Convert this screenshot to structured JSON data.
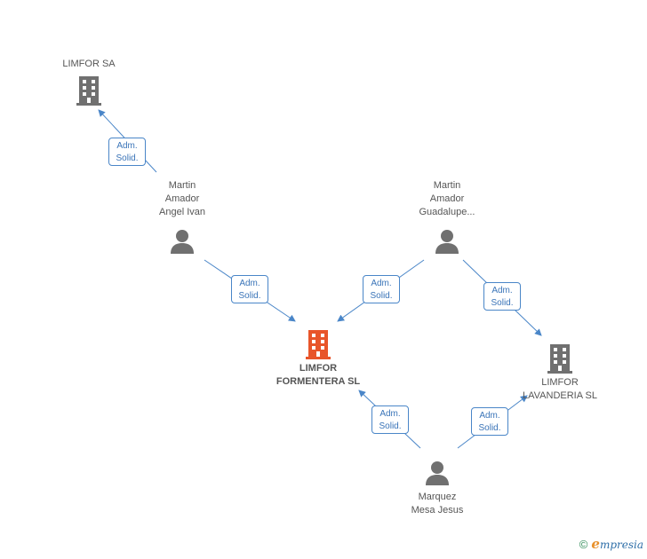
{
  "nodes": {
    "limfor_sa": {
      "lines": [
        "LIMFOR SA"
      ],
      "kind": "company"
    },
    "martin_amador_angel": {
      "lines": [
        "Martin",
        "Amador",
        "Angel Ivan"
      ],
      "kind": "person"
    },
    "martin_amador_guadalupe": {
      "lines": [
        "Martin",
        "Amador",
        "Guadalupe..."
      ],
      "kind": "person"
    },
    "limfor_formentera": {
      "lines": [
        "LIMFOR",
        "FORMENTERA SL"
      ],
      "kind": "company-primary"
    },
    "limfor_lavanderia": {
      "lines": [
        "LIMFOR",
        "LAVANDERIA SL"
      ],
      "kind": "company"
    },
    "marquez_mesa": {
      "lines": [
        "Marquez",
        "Mesa Jesus"
      ],
      "kind": "person"
    }
  },
  "relations": [
    {
      "from": "martin_amador_angel",
      "to": "limfor_sa",
      "label": [
        "Adm.",
        "Solid."
      ]
    },
    {
      "from": "martin_amador_angel",
      "to": "limfor_formentera",
      "label": [
        "Adm.",
        "Solid."
      ]
    },
    {
      "from": "martin_amador_guadalupe",
      "to": "limfor_formentera",
      "label": [
        "Adm.",
        "Solid."
      ]
    },
    {
      "from": "martin_amador_guadalupe",
      "to": "limfor_lavanderia",
      "label": [
        "Adm.",
        "Solid."
      ]
    },
    {
      "from": "marquez_mesa",
      "to": "limfor_formentera",
      "label": [
        "Adm.",
        "Solid."
      ]
    },
    {
      "from": "marquez_mesa",
      "to": "limfor_lavanderia",
      "label": [
        "Adm.",
        "Solid."
      ]
    }
  ],
  "colors": {
    "company": "#707070",
    "company_primary": "#e8552a",
    "person": "#707070",
    "edge": "#4a86c8"
  },
  "footer": {
    "copyright": "©",
    "brand_initial": "e",
    "brand_rest": "mpresia"
  }
}
